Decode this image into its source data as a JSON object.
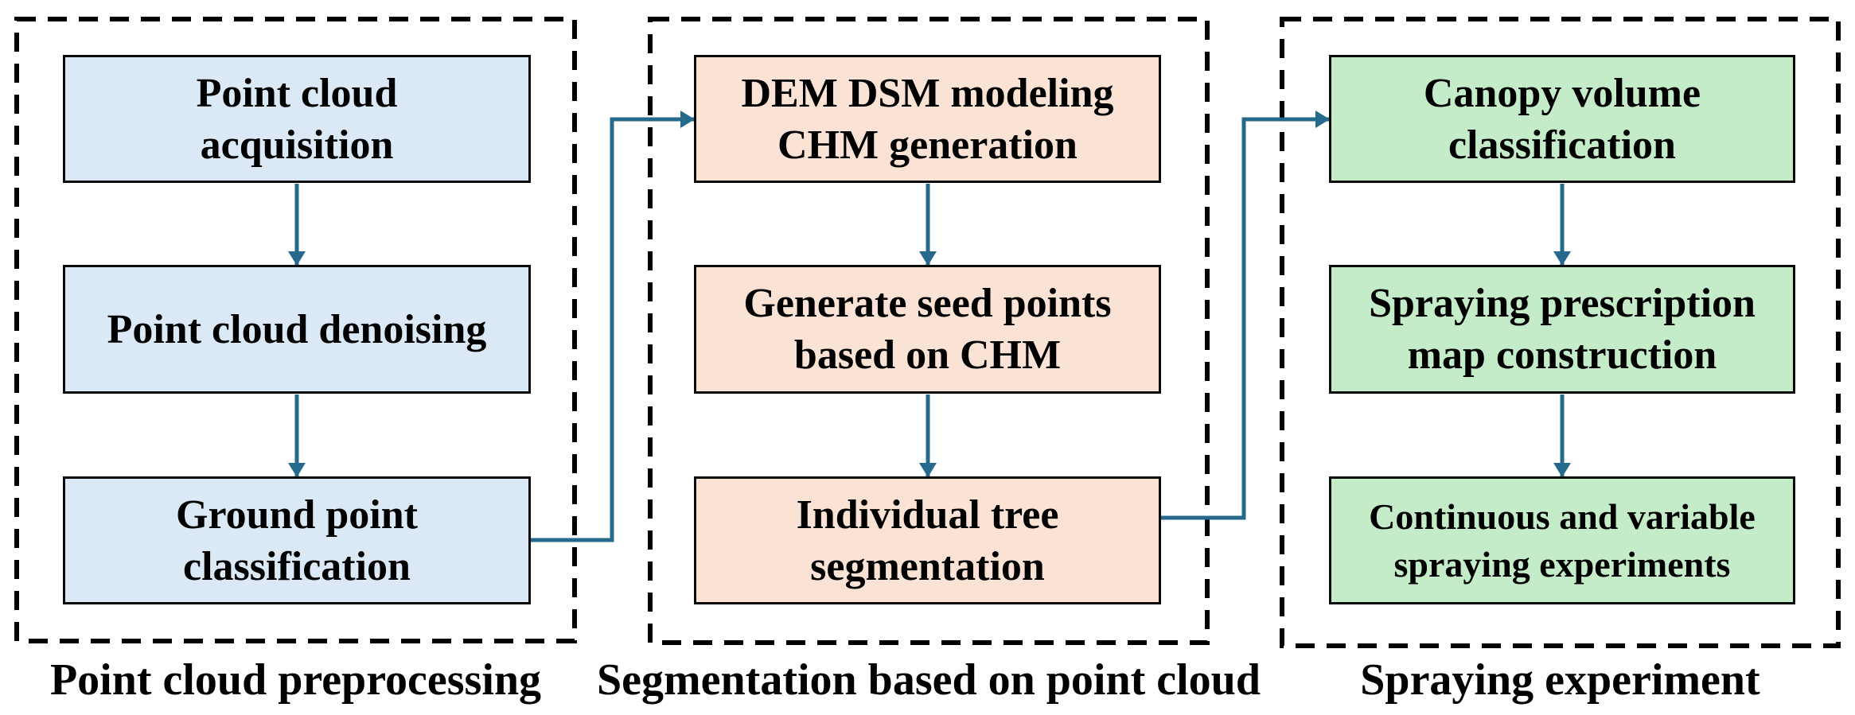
{
  "figure": {
    "columns": [
      {
        "caption": "Point cloud preprocessing",
        "box_color": "#dbe9f6",
        "boxes": [
          {
            "label": "Point cloud\nacquisition"
          },
          {
            "label": "Point cloud denoising"
          },
          {
            "label": "Ground point\nclassification"
          }
        ]
      },
      {
        "caption": "Segmentation based on point cloud",
        "box_color": "#fae3d4",
        "boxes": [
          {
            "label": "DEM DSM modeling\nCHM generation"
          },
          {
            "label": "Generate seed points\nbased on CHM"
          },
          {
            "label": "Individual tree\nsegmentation"
          }
        ]
      },
      {
        "caption": "Spraying experiment",
        "box_color": "#c5ecc8",
        "boxes": [
          {
            "label": "Canopy volume\nclassification"
          },
          {
            "label": "Spraying prescription\nmap construction"
          },
          {
            "label": "Continuous and variable\nspraying experiments"
          }
        ]
      }
    ],
    "arrow_color": "#25698c",
    "dashed_border_color": "#000000",
    "box_border_color": "#0a0a0a",
    "text_color": "#000000",
    "background_color": "#ffffff"
  }
}
